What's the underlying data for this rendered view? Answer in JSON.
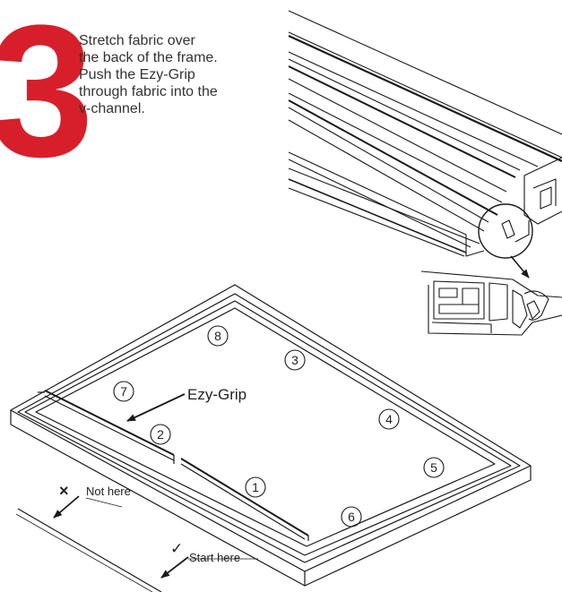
{
  "step": {
    "number": "3",
    "instruction_lines": [
      "Stretch fabric over",
      "the back of the frame.",
      "Push the Ezy-Grip",
      "through fabric into the",
      "v-channel."
    ]
  },
  "labels": {
    "ezy_grip": "Ezy-Grip",
    "not_here": "Not here",
    "start_here": "Start here",
    "not_here_mark": "×",
    "start_here_mark": "✓"
  },
  "sequence_markers": [
    "8",
    "3",
    "7",
    "2",
    "4",
    "5",
    "1",
    "6"
  ],
  "colors": {
    "accent": "#d71f2b",
    "line": "#1a1a1a",
    "text": "#333333"
  },
  "icons": [
    "cross-icon",
    "check-icon",
    "arrow-icon",
    "magnifier-circle-icon"
  ]
}
